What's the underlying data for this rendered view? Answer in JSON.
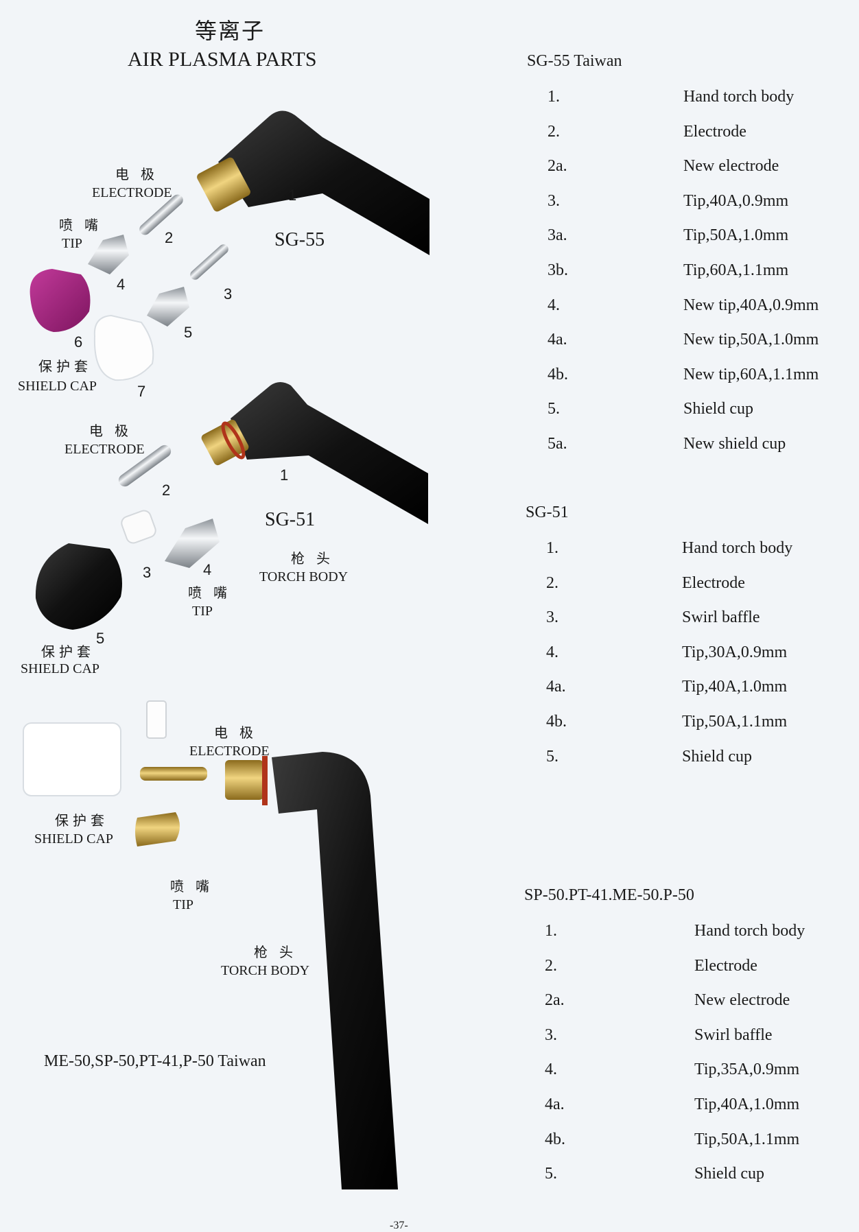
{
  "header": {
    "title_cn": "等离子",
    "title_en": "AIR PLASMA PARTS"
  },
  "sg55_diagram": {
    "model": "SG-55",
    "electrode_cn": "电 极",
    "electrode_en": "ELECTRODE",
    "tip_cn": "喷 嘴",
    "tip_en": "TIP",
    "shield_cn": "保护套",
    "shield_en": "SHIELD CAP",
    "callouts": [
      "1",
      "2",
      "3",
      "4",
      "5",
      "6",
      "7"
    ]
  },
  "sg51_diagram": {
    "model": "SG-51",
    "electrode_cn": "电 极",
    "electrode_en": "ELECTRODE",
    "torch_cn": "枪 头",
    "torch_en": "TORCH BODY",
    "tip_cn": "喷 嘴",
    "tip_en": "TIP",
    "shield_cn": "保护套",
    "shield_en": "SHIELD CAP",
    "callouts": [
      "1",
      "2",
      "3",
      "4",
      "5"
    ]
  },
  "p50_diagram": {
    "electrode_cn": "电 极",
    "electrode_en": "ELECTRODE",
    "shield_cn": "保护套",
    "shield_en": "SHIELD CAP",
    "tip_cn": "喷 嘴",
    "tip_en": "TIP",
    "torch_cn": "枪 头",
    "torch_en": "TORCH BODY",
    "caption": "ME-50,SP-50,PT-41,P-50 Taiwan"
  },
  "sections": [
    {
      "heading": "SG-55 Taiwan",
      "items": [
        {
          "num": "1.",
          "desc": "Hand torch body"
        },
        {
          "num": "2.",
          "desc": "Electrode"
        },
        {
          "num": "2a.",
          "desc": "New electrode"
        },
        {
          "num": "3.",
          "desc": "Tip,40A,0.9mm"
        },
        {
          "num": "3a.",
          "desc": "Tip,50A,1.0mm"
        },
        {
          "num": "3b.",
          "desc": "Tip,60A,1.1mm"
        },
        {
          "num": "4.",
          "desc": "New tip,40A,0.9mm"
        },
        {
          "num": "4a.",
          "desc": "New tip,50A,1.0mm"
        },
        {
          "num": "4b.",
          "desc": "New tip,60A,1.1mm"
        },
        {
          "num": "5.",
          "desc": "Shield cup"
        },
        {
          "num": "5a.",
          "desc": "New shield cup"
        }
      ]
    },
    {
      "heading": "SG-51",
      "items": [
        {
          "num": "1.",
          "desc": "Hand torch body"
        },
        {
          "num": "2.",
          "desc": "Electrode"
        },
        {
          "num": "3.",
          "desc": "Swirl baffle"
        },
        {
          "num": "4.",
          "desc": "Tip,30A,0.9mm"
        },
        {
          "num": "4a.",
          "desc": "Tip,40A,1.0mm"
        },
        {
          "num": "4b.",
          "desc": "Tip,50A,1.1mm"
        },
        {
          "num": "5.",
          "desc": "Shield cup"
        }
      ]
    },
    {
      "heading": "SP-50.PT-41.ME-50.P-50",
      "items": [
        {
          "num": "1.",
          "desc": "Hand torch body"
        },
        {
          "num": "2.",
          "desc": "Electrode"
        },
        {
          "num": "2a.",
          "desc": "New electrode"
        },
        {
          "num": "3.",
          "desc": "Swirl baffle"
        },
        {
          "num": "4.",
          "desc": "Tip,35A,0.9mm"
        },
        {
          "num": "4a.",
          "desc": "Tip,40A,1.0mm"
        },
        {
          "num": "4b.",
          "desc": "Tip,50A,1.1mm"
        },
        {
          "num": "5.",
          "desc": "Shield cup"
        }
      ]
    }
  ],
  "colors": {
    "torch": "#141414",
    "brass": "#c9a23c",
    "silver": "#c8cdd2",
    "magenta": "#a3237f",
    "ceramic": "#fafafa",
    "background": "#f2f5f8"
  },
  "page_mark": "-37-"
}
